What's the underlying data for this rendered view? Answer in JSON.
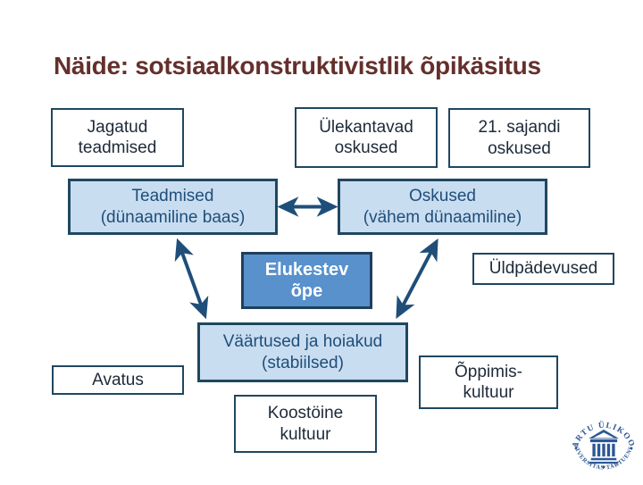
{
  "slide": {
    "title": "Näide: sotsiaalkonstruktivistlik õpikäsitus"
  },
  "colors": {
    "title_text": "#64302c",
    "box_border": "#1f4760",
    "light_blue_fill": "#c9ddf1",
    "medium_blue_fill": "#5891cc",
    "navy_text": "#1f4e79",
    "dark_text": "#1d2a38",
    "arrow": "#1f4e79",
    "logo_blue": "#2d5795"
  },
  "boxes": {
    "jagatud": {
      "label": "Jagatud\nteadmised"
    },
    "ylekantavad": {
      "label": "Ülekantavad\noskused"
    },
    "sajandi": {
      "label": "21. sajandi\noskused"
    },
    "teadmised": {
      "label": "Teadmised\n(dünaamiline baas)"
    },
    "oskused": {
      "label": "Oskused\n(vähem dünaamiline)"
    },
    "elukestev": {
      "label": "Elukestev\nõpe"
    },
    "yldpadevused": {
      "label": "Üldpädevused"
    },
    "vaartused": {
      "label": "Väärtused ja hoiakud\n(stabiilsed)"
    },
    "avatus": {
      "label": "Avatus"
    },
    "koostoine": {
      "label": "Koostöine\nkultuur"
    },
    "oppimis": {
      "label": "Õppimis-\nkultuur"
    }
  },
  "arrows": [
    {
      "name": "teadmised-oskused",
      "type": "double-headed-horizontal"
    },
    {
      "name": "teadmised-vaartused",
      "type": "double-headed-diagonal"
    },
    {
      "name": "oskused-vaartused",
      "type": "double-headed-diagonal"
    }
  ],
  "logo": {
    "top_text": "TARTU ÜLIKOOL",
    "bottom_text": "UNIVERSITAS TARTUENSIS",
    "icon": "university-building-icon"
  }
}
